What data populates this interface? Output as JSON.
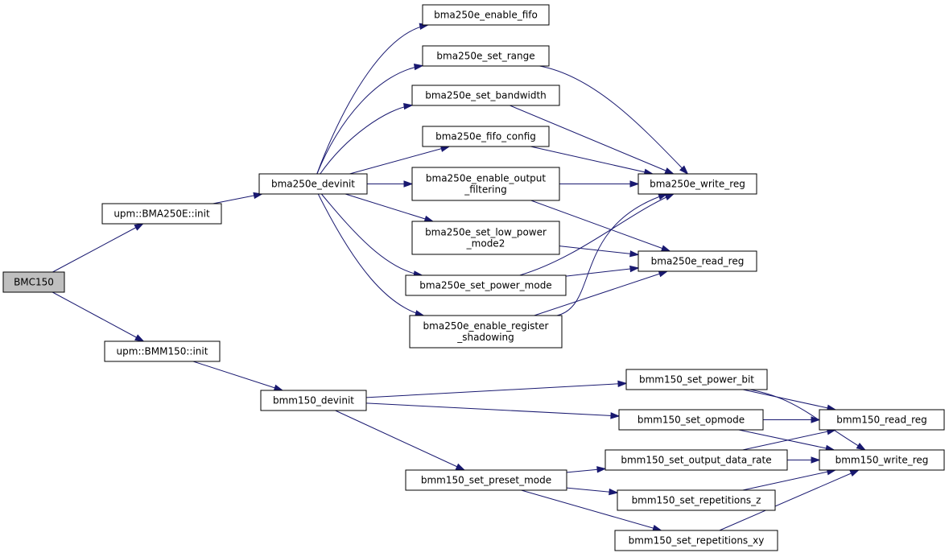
{
  "nodes": [
    {
      "id": "bmc150",
      "label": "BMC150",
      "root": true
    },
    {
      "id": "bma_init",
      "label": "upm::BMA250E::init"
    },
    {
      "id": "bmm_init",
      "label": "upm::BMM150::init"
    },
    {
      "id": "bma_devinit",
      "label": "bma250e_devinit"
    },
    {
      "id": "bma_enable_fifo",
      "label": "bma250e_enable_fifo"
    },
    {
      "id": "bma_set_range",
      "label": "bma250e_set_range"
    },
    {
      "id": "bma_set_bandwidth",
      "label": "bma250e_set_bandwidth"
    },
    {
      "id": "bma_fifo_config",
      "label": "bma250e_fifo_config"
    },
    {
      "id": "bma_enable_output_filtering",
      "label": [
        "bma250e_enable_output",
        "_filtering"
      ]
    },
    {
      "id": "bma_set_low_power_mode2",
      "label": [
        "bma250e_set_low_power",
        "_mode2"
      ]
    },
    {
      "id": "bma_set_power_mode",
      "label": "bma250e_set_power_mode"
    },
    {
      "id": "bma_enable_register_shadowing",
      "label": [
        "bma250e_enable_register",
        "_shadowing"
      ]
    },
    {
      "id": "bma_write_reg",
      "label": "bma250e_write_reg"
    },
    {
      "id": "bma_read_reg",
      "label": "bma250e_read_reg"
    },
    {
      "id": "bmm_devinit",
      "label": "bmm150_devinit"
    },
    {
      "id": "bmm_set_power_bit",
      "label": "bmm150_set_power_bit"
    },
    {
      "id": "bmm_set_opmode",
      "label": "bmm150_set_opmode"
    },
    {
      "id": "bmm_set_preset_mode",
      "label": "bmm150_set_preset_mode"
    },
    {
      "id": "bmm_set_output_data_rate",
      "label": "bmm150_set_output_data_rate"
    },
    {
      "id": "bmm_set_repetitions_z",
      "label": "bmm150_set_repetitions_z"
    },
    {
      "id": "bmm_set_repetitions_xy",
      "label": "bmm150_set_repetitions_xy"
    },
    {
      "id": "bmm_read_reg",
      "label": "bmm150_read_reg"
    },
    {
      "id": "bmm_write_reg",
      "label": "bmm150_write_reg"
    }
  ],
  "edges": [
    [
      "bmc150",
      "bma_init"
    ],
    [
      "bmc150",
      "bmm_init"
    ],
    [
      "bma_init",
      "bma_devinit"
    ],
    [
      "bma_devinit",
      "bma_enable_fifo"
    ],
    [
      "bma_devinit",
      "bma_set_range"
    ],
    [
      "bma_devinit",
      "bma_set_bandwidth"
    ],
    [
      "bma_devinit",
      "bma_fifo_config"
    ],
    [
      "bma_devinit",
      "bma_enable_output_filtering"
    ],
    [
      "bma_devinit",
      "bma_set_low_power_mode2"
    ],
    [
      "bma_devinit",
      "bma_set_power_mode"
    ],
    [
      "bma_devinit",
      "bma_enable_register_shadowing"
    ],
    [
      "bma_set_range",
      "bma_write_reg"
    ],
    [
      "bma_set_bandwidth",
      "bma_write_reg"
    ],
    [
      "bma_fifo_config",
      "bma_write_reg"
    ],
    [
      "bma_enable_output_filtering",
      "bma_write_reg"
    ],
    [
      "bma_enable_output_filtering",
      "bma_read_reg"
    ],
    [
      "bma_set_low_power_mode2",
      "bma_read_reg"
    ],
    [
      "bma_set_power_mode",
      "bma_write_reg"
    ],
    [
      "bma_set_power_mode",
      "bma_read_reg"
    ],
    [
      "bma_enable_register_shadowing",
      "bma_write_reg"
    ],
    [
      "bma_enable_register_shadowing",
      "bma_read_reg"
    ],
    [
      "bmm_init",
      "bmm_devinit"
    ],
    [
      "bmm_devinit",
      "bmm_set_power_bit"
    ],
    [
      "bmm_devinit",
      "bmm_set_opmode"
    ],
    [
      "bmm_devinit",
      "bmm_set_preset_mode"
    ],
    [
      "bmm_set_power_bit",
      "bmm_read_reg"
    ],
    [
      "bmm_set_power_bit",
      "bmm_write_reg"
    ],
    [
      "bmm_set_opmode",
      "bmm_read_reg"
    ],
    [
      "bmm_set_opmode",
      "bmm_write_reg"
    ],
    [
      "bmm_set_preset_mode",
      "bmm_set_output_data_rate"
    ],
    [
      "bmm_set_preset_mode",
      "bmm_set_repetitions_z"
    ],
    [
      "bmm_set_preset_mode",
      "bmm_set_repetitions_xy"
    ],
    [
      "bmm_set_output_data_rate",
      "bmm_read_reg"
    ],
    [
      "bmm_set_output_data_rate",
      "bmm_write_reg"
    ],
    [
      "bmm_set_repetitions_z",
      "bmm_write_reg"
    ],
    [
      "bmm_set_repetitions_xy",
      "bmm_write_reg"
    ]
  ],
  "colors": {
    "edge": "#191970",
    "root_fill": "#bfbfbf",
    "node_fill": "#ffffff",
    "node_stroke": "#000000"
  }
}
